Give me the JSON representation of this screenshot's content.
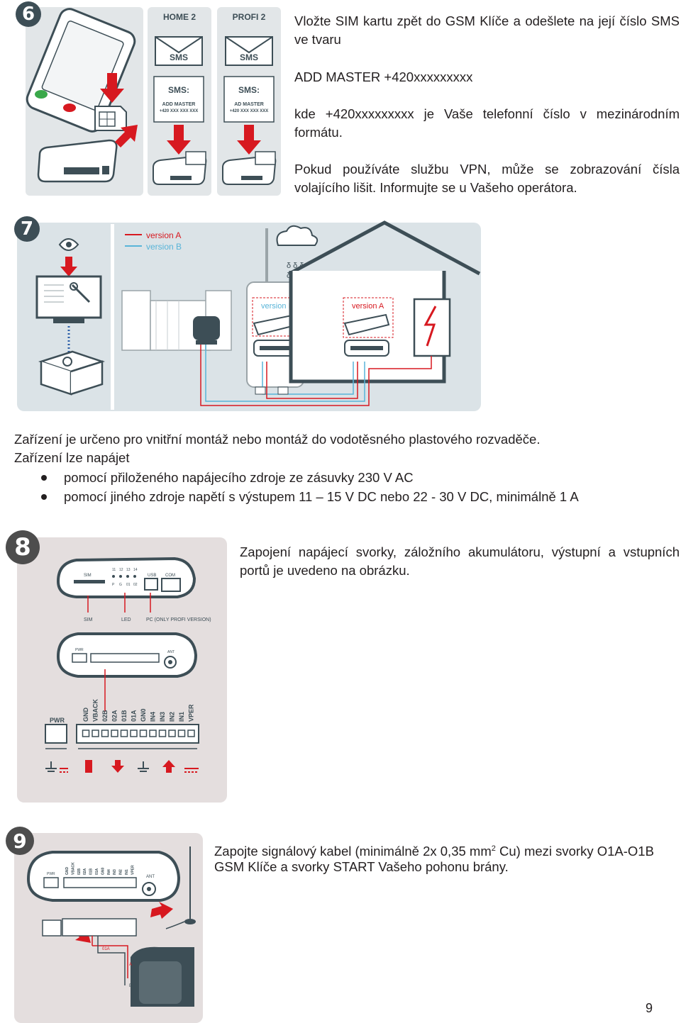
{
  "step6": {
    "number": "6",
    "card_home_title": "HOME 2",
    "card_profi_title": "PROFI 2",
    "envelope_label": "SMS",
    "sms_label": "SMS:",
    "sms_home_cmd": "ADD MASTER",
    "sms_profi_cmd": "AD MASTER",
    "sms_number": "+420 XXX XXX XXX",
    "paragraph1": "Vložte SIM kartu zpět do GSM Klíče a odešlete na její číslo SMS ve tvaru",
    "command": "ADD MASTER +420xxxxxxxxx",
    "paragraph2": "kde +420xxxxxxxxx je Vaše telefonní číslo v mezinárodním formátu.",
    "paragraph3": "Pokud používáte službu VPN, může se zobrazování čísla volajícího lišit. Informujte se u Vašeho operátora."
  },
  "step7": {
    "number": "7",
    "legend_a": "version A",
    "legend_b": "version B",
    "box_b_label": "version B",
    "box_a_label": "version A",
    "paragraph1": "Zařízení je určeno pro vnitřní montáž nebo montáž do vodotěsného plastového rozvaděče.",
    "paragraph2": "Zařízení lze napájet",
    "bullets": [
      "pomocí přiloženého napájecího zdroje ze zásuvky 230 V AC",
      "pomocí jiného zdroje napětí s výstupem 11 – 15 V DC nebo 22 - 30 V DC, minimálně 1 A"
    ]
  },
  "step8": {
    "number": "8",
    "top_labels": {
      "sim": "SIM",
      "usb": "USB",
      "com": "COM",
      "n11": "11",
      "n12": "12",
      "n13": "13",
      "n14": "14",
      "p": "P",
      "g": "G",
      "o1": "01",
      "o2": "02"
    },
    "bottom_labels": {
      "sim": "SIM",
      "led": "LED",
      "pc": "PC (ONLY PROFI VERSION)"
    },
    "pwr": "PWR",
    "ant": "ANT",
    "terminals": [
      "GND",
      "VBACK",
      "02B",
      "02A",
      "01B",
      "01A",
      "GN0",
      "IN4",
      "IN3",
      "IN2",
      "IN1",
      "VPER"
    ],
    "paragraph": "Zapojení napájecí svorky, záložního akumulátoru, výstupní a vstupních portů je uvedeno na obrázku."
  },
  "step9": {
    "number": "9",
    "pwr": "PWR",
    "ant": "ANT",
    "terminals": [
      "GND",
      "VBACK",
      "02B",
      "02A",
      "01B",
      "01A",
      "GN0",
      "IN4",
      "IN3",
      "IN2",
      "IN1",
      "VPER"
    ],
    "wire_label": "01A",
    "motor_a": "A",
    "motor_b": "B",
    "text_before": "Zapojte signálový kabel (minimálně 2x 0,35 mm",
    "superscript": "2",
    "text_after": " Cu) mezi svorky O1A-O1B",
    "line2": "GSM Klíče a svorky START Vašeho pohonu brány."
  },
  "page_number": "9",
  "colors": {
    "badge": "#3d4e56",
    "panel": "#dbe3e7",
    "red": "#d71920",
    "blue": "#58b4d8"
  }
}
